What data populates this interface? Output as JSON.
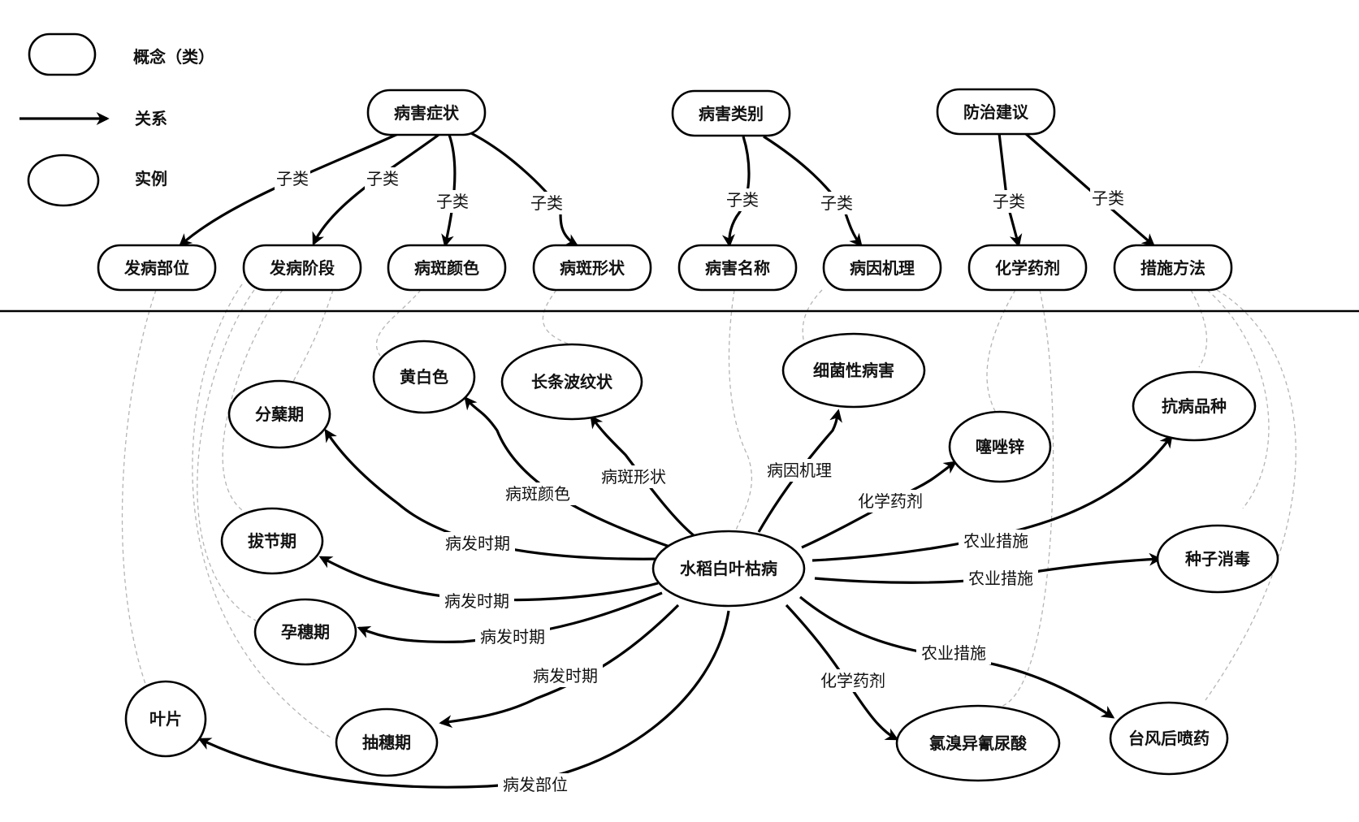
{
  "legend": {
    "items": [
      {
        "shape": "rounded-rect",
        "label": "概念（类）"
      },
      {
        "shape": "arrow",
        "label": "关系"
      },
      {
        "shape": "ellipse",
        "label": "实例"
      }
    ]
  },
  "colors": {
    "stroke": "#000000",
    "instance_link": "#b5b5b5",
    "background": "#ffffff"
  },
  "concepts": {
    "top": [
      {
        "id": "symptom",
        "label": "病害症状"
      },
      {
        "id": "category",
        "label": "病害类别"
      },
      {
        "id": "prevention",
        "label": "防治建议"
      }
    ],
    "sub": [
      {
        "id": "part",
        "label": "发病部位",
        "parent": "symptom"
      },
      {
        "id": "stage",
        "label": "发病阶段",
        "parent": "symptom"
      },
      {
        "id": "spotcolor",
        "label": "病斑颜色",
        "parent": "symptom"
      },
      {
        "id": "spotshape",
        "label": "病斑形状",
        "parent": "symptom"
      },
      {
        "id": "name",
        "label": "病害名称",
        "parent": "category"
      },
      {
        "id": "cause",
        "label": "病因机理",
        "parent": "category"
      },
      {
        "id": "chem",
        "label": "化学药剂",
        "parent": "prevention"
      },
      {
        "id": "method",
        "label": "措施方法",
        "parent": "prevention"
      }
    ],
    "subclass_label": "子类"
  },
  "instances": {
    "center": {
      "id": "disease",
      "label": "水稻白叶枯病",
      "concept": "name"
    },
    "items": [
      {
        "id": "yellowwhite",
        "label": "黄白色",
        "relation": "病斑颜色",
        "concept": "spotcolor"
      },
      {
        "id": "longwave",
        "label": "长条波纹状",
        "relation": "病斑形状",
        "concept": "spotshape"
      },
      {
        "id": "tillering",
        "label": "分蘖期",
        "relation": "病发时期",
        "concept": "stage"
      },
      {
        "id": "jointing",
        "label": "拔节期",
        "relation": "病发时期",
        "concept": "stage"
      },
      {
        "id": "booting",
        "label": "孕穗期",
        "relation": "病发时期",
        "concept": "stage"
      },
      {
        "id": "heading",
        "label": "抽穗期",
        "relation": "病发时期",
        "concept": "stage"
      },
      {
        "id": "leaf",
        "label": "叶片",
        "relation": "病发部位",
        "concept": "part"
      },
      {
        "id": "bacterial",
        "label": "细菌性病害",
        "relation": "病因机理",
        "concept": "cause"
      },
      {
        "id": "thiazolezinc",
        "label": "噻唑锌",
        "relation": "化学药剂",
        "concept": "chem"
      },
      {
        "id": "resistant",
        "label": "抗病品种",
        "relation": "农业措施",
        "concept": "method"
      },
      {
        "id": "seeddisinfect",
        "label": "种子消毒",
        "relation": "农业措施",
        "concept": "method"
      },
      {
        "id": "typhoonspray",
        "label": "台风后喷药",
        "relation": "农业措施",
        "concept": "method"
      },
      {
        "id": "chlorobromo",
        "label": "氯溴异氰尿酸",
        "relation": "化学药剂",
        "concept": "chem"
      }
    ]
  }
}
